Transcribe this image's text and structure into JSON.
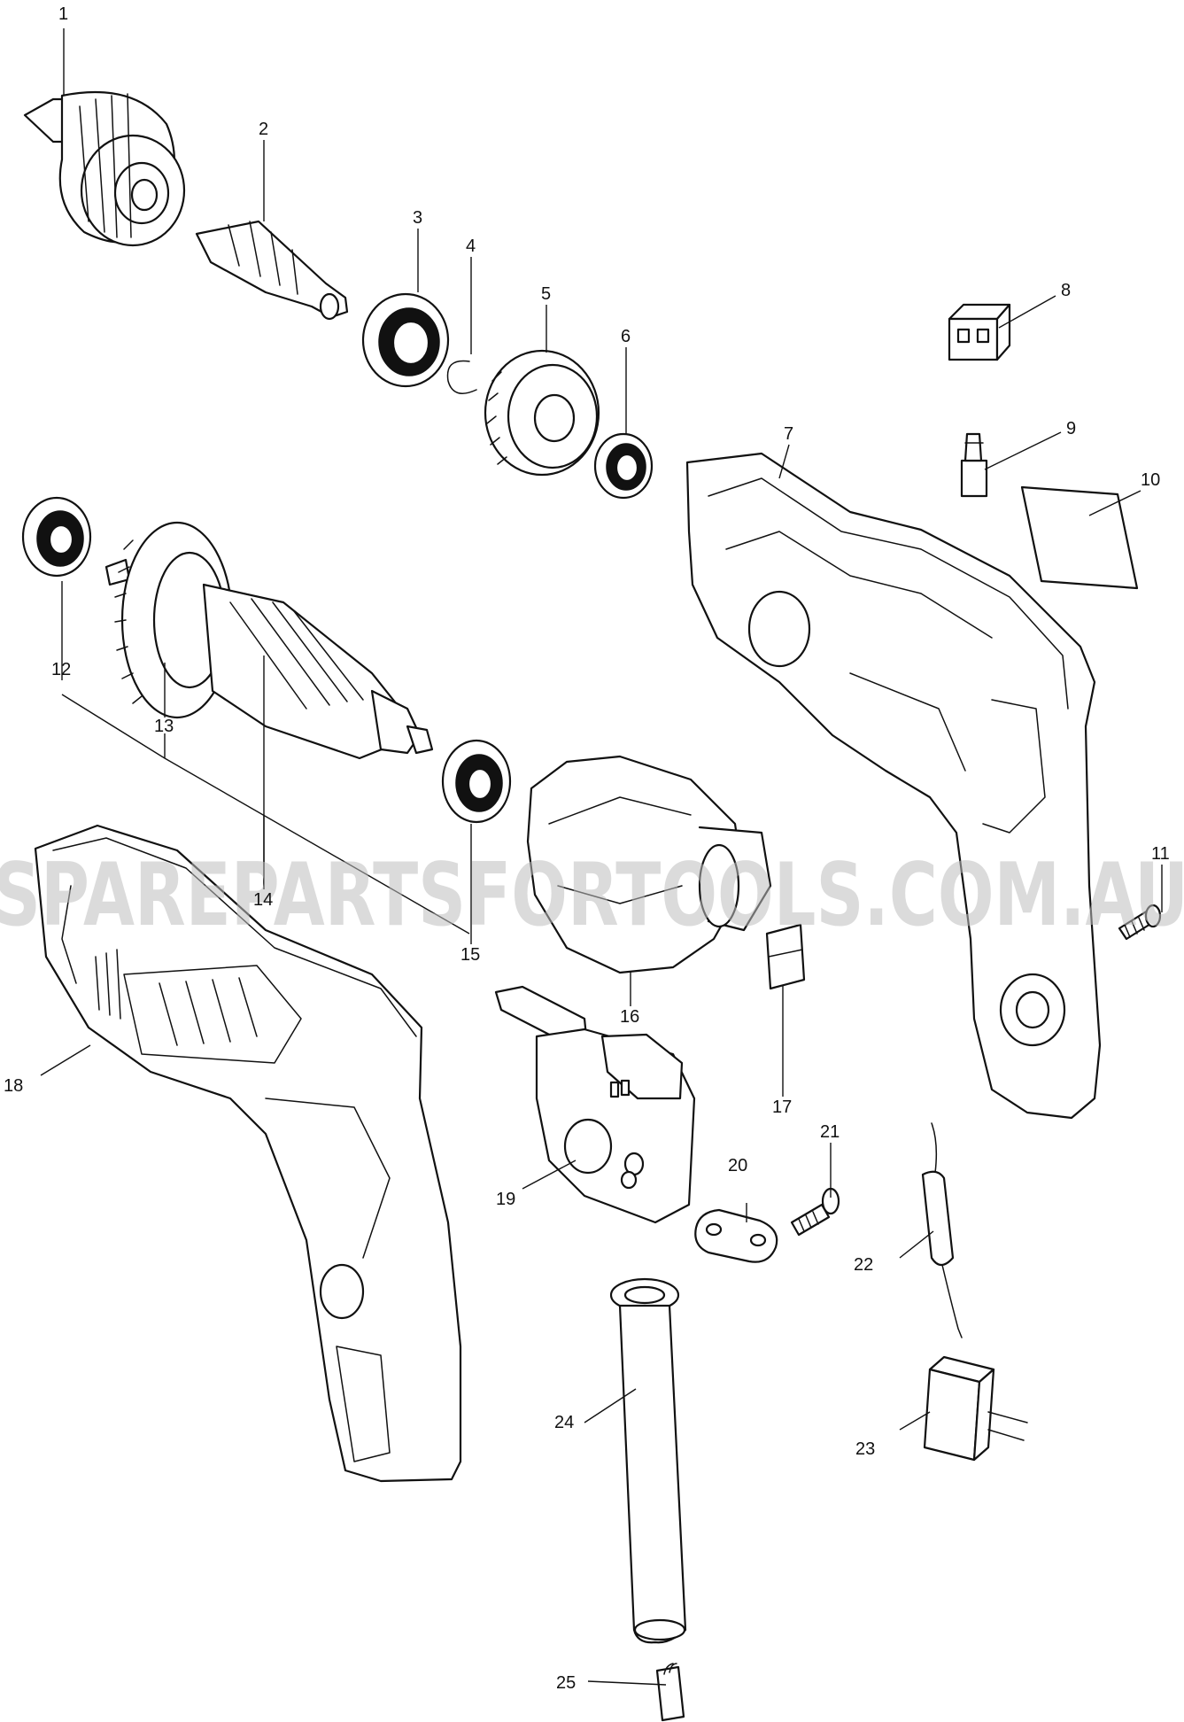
{
  "watermark": "SPAREPARTSFORTOOLS.COM.AU",
  "parts": [
    {
      "number": "1"
    },
    {
      "number": "2"
    },
    {
      "number": "3"
    },
    {
      "number": "4"
    },
    {
      "number": "5"
    },
    {
      "number": "6"
    },
    {
      "number": "7"
    },
    {
      "number": "8"
    },
    {
      "number": "9"
    },
    {
      "number": "10"
    },
    {
      "number": "11"
    },
    {
      "number": "12"
    },
    {
      "number": "13"
    },
    {
      "number": "14"
    },
    {
      "number": "15"
    },
    {
      "number": "16"
    },
    {
      "number": "17"
    },
    {
      "number": "18"
    },
    {
      "number": "19"
    },
    {
      "number": "20"
    },
    {
      "number": "21"
    },
    {
      "number": "22"
    },
    {
      "number": "23"
    },
    {
      "number": "24"
    },
    {
      "number": "25"
    }
  ]
}
